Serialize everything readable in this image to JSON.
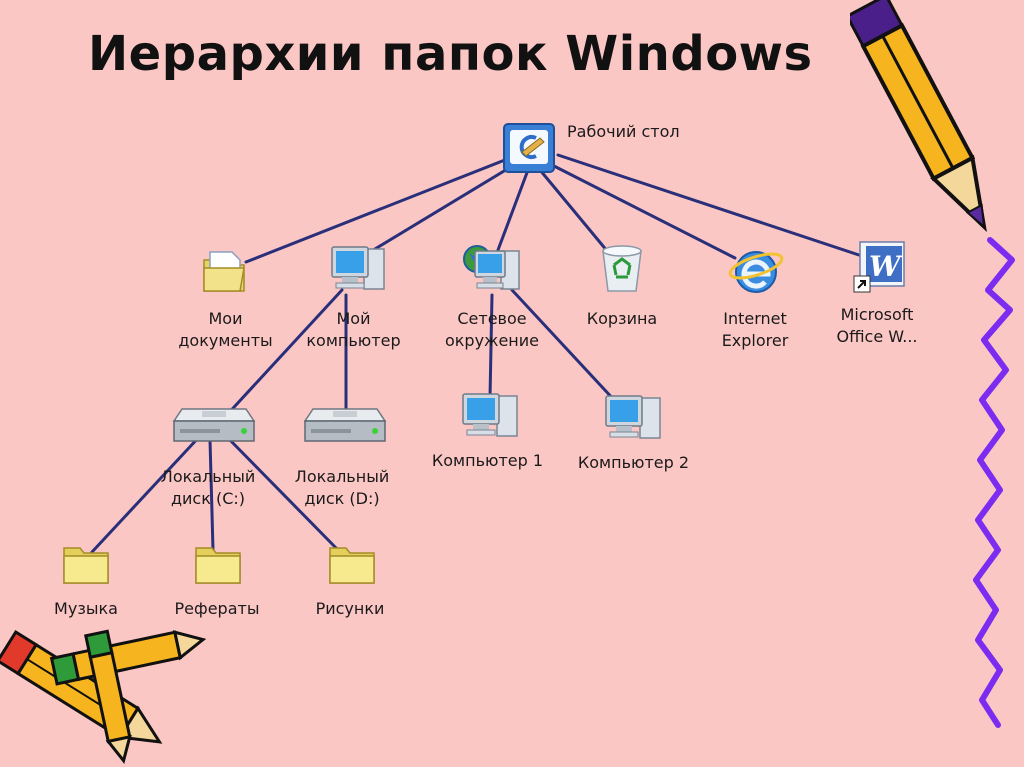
{
  "title": "Иерархии папок Windows",
  "nodes": {
    "desktop": "Рабочий стол",
    "my_documents": "Мои\nдокументы",
    "my_computer": "Мой\nкомпьютер",
    "network": "Сетевое\nокружение",
    "recycle_bin": "Корзина",
    "ie": "Internet\nExplorer",
    "word": "Microsoft\nOffice W...",
    "disk_c": "Локальный\nдиск (C:)",
    "disk_d": "Локальный\nдиск (D:)",
    "computer1": "Компьютер 1",
    "computer2": "Компьютер 2",
    "music": "Музыка",
    "essays": "Рефераты",
    "pictures": "Рисунки"
  },
  "colors": {
    "background": "#fbc7c5",
    "connector": "#2a2f7a",
    "wavy_line": "#7b2cf0"
  }
}
